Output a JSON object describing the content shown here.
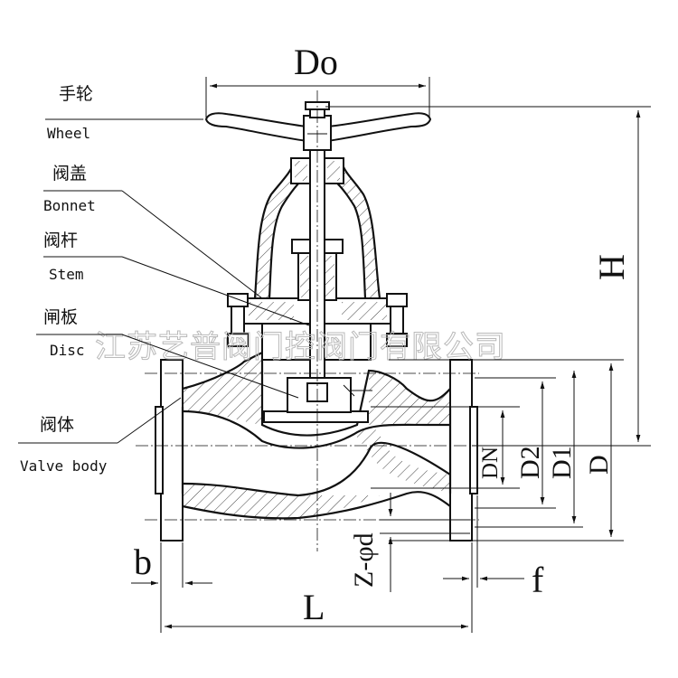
{
  "watermark": "江苏艺普阀门控阀门有限公司",
  "labels": {
    "wheel_cn": "手轮",
    "wheel_en": "Wheel",
    "bonnet_cn": "阀盖",
    "bonnet_en": "Bonnet",
    "stem_cn": "阀杆",
    "stem_en": "Stem",
    "disc_cn": "闸板",
    "disc_en": "Disc",
    "body_cn": "阀体",
    "body_en": "Valve body"
  },
  "dimensions": {
    "handwheel_diameter": "Do",
    "height": "H",
    "nominal_diameter": "DN",
    "raised_face_diameter": "D2",
    "bolt_circle_diameter": "D1",
    "flange_diameter": "D",
    "flange_thickness": "b",
    "raised_face_height": "f",
    "bolt_holes": "Z-φd",
    "length": "L"
  }
}
